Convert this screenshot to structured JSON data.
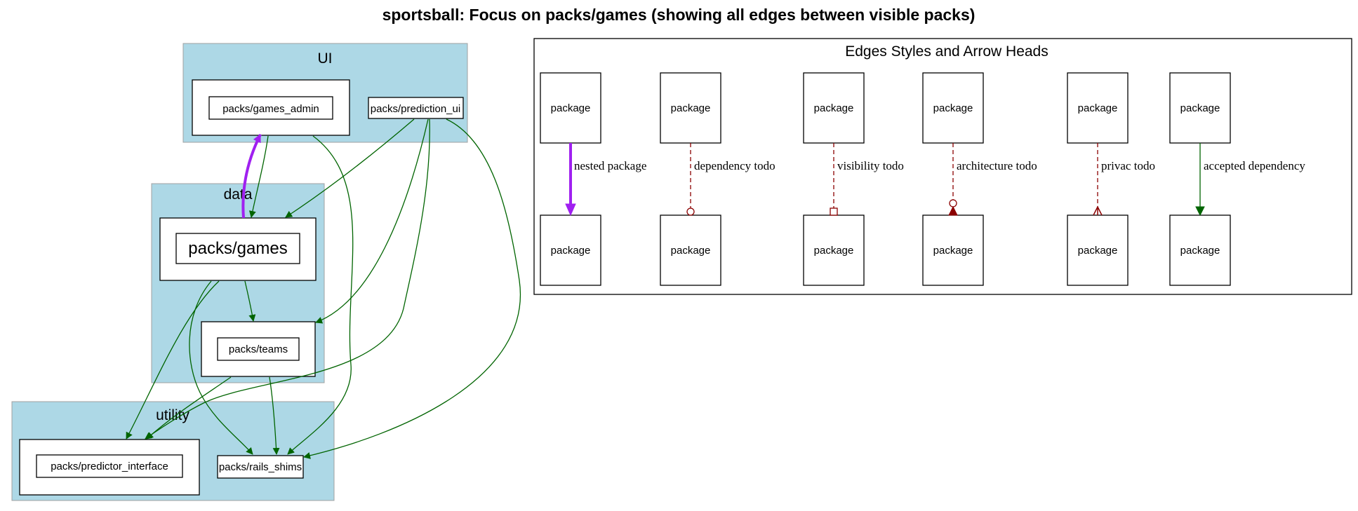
{
  "title": "sportsball: Focus on packs/games (showing all edges between visible packs)",
  "colors": {
    "cluster_fill": "#add8e6",
    "cluster_border": "#a0a0a0",
    "dependency": "#006400",
    "nested": "#a020f0",
    "todo": "#8b0000"
  },
  "clusters": {
    "ui": "UI",
    "data": "data",
    "utility": "utility"
  },
  "packs": {
    "games_admin": "packs/games_admin",
    "prediction_ui": "packs/prediction_ui",
    "games": "packs/games",
    "teams": "packs/teams",
    "predictor_interface": "packs/predictor_interface",
    "rails_shims": "packs/rails_shims"
  },
  "legend": {
    "title": "Edges Styles and Arrow Heads",
    "package_label": "package",
    "edges": [
      {
        "label": "nested package",
        "style": "bold",
        "arrowhead": "filled-triangle",
        "color": "#a020f0"
      },
      {
        "label": "dependency todo",
        "style": "dashed",
        "arrowhead": "open-circle",
        "color": "#8b0000"
      },
      {
        "label": "visibility todo",
        "style": "dashed",
        "arrowhead": "open-box",
        "color": "#8b0000"
      },
      {
        "label": "architecture todo",
        "style": "dashed",
        "arrowhead": "filled-triangle-with-circle",
        "color": "#8b0000"
      },
      {
        "label": "privac todo",
        "style": "dashed",
        "arrowhead": "crow",
        "color": "#8b0000"
      },
      {
        "label": "accepted dependency",
        "style": "solid",
        "arrowhead": "triangle",
        "color": "#006400"
      }
    ]
  }
}
